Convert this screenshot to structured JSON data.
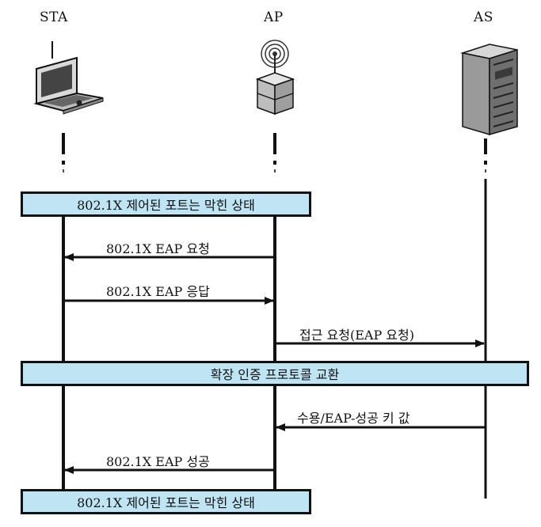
{
  "lanes": {
    "sta": "STA",
    "ap": "AP",
    "as": "AS"
  },
  "icons": {
    "sta": "laptop-icon",
    "ap": "access-point-icon",
    "as": "server-icon"
  },
  "boxes": {
    "top": "802.1X 제어된 포트는 막힌 상태",
    "middle": "확장 인증 프로토콜 교환",
    "bottom": "802.1X 제어된 포트는 막힌 상태"
  },
  "messages": {
    "eap_request": "802.1X EAP 요청",
    "eap_response": "802.1X EAP 응답",
    "access_request": "접근 요청(EAP 요청)",
    "accept_key": "수용/EAP-성공 키 값",
    "eap_success": "802.1X EAP 성공"
  },
  "colors": {
    "box_fill": "#bfe4f3",
    "line": "#111111"
  }
}
